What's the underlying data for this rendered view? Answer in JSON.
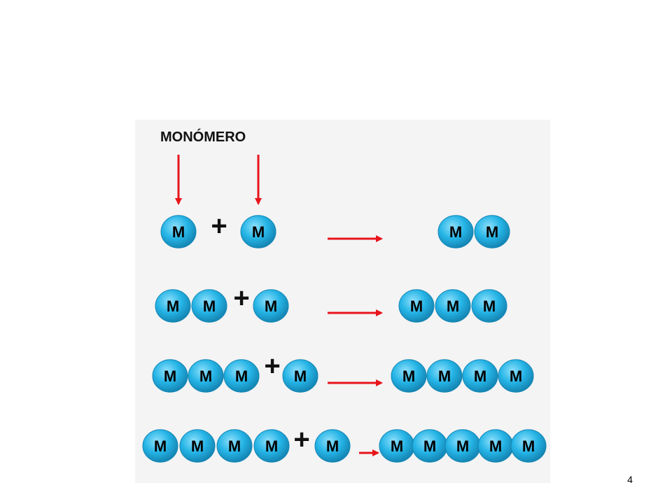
{
  "figure": {
    "label": "MONÓMERO",
    "monomer_symbol": "M",
    "plus_sign": "+",
    "rows": [
      {
        "left_chain": 1,
        "added": 1,
        "product": 2
      },
      {
        "left_chain": 2,
        "added": 1,
        "product": 3
      },
      {
        "left_chain": 3,
        "added": 1,
        "product": 4
      },
      {
        "left_chain": 4,
        "added": 1,
        "product": 5
      }
    ],
    "colors": {
      "monomer_fill": "#1fb1e3",
      "monomer_edge": "#1486b4",
      "monomer_letter": "#000000",
      "arrow": "#e8141b",
      "background": "#f4f4f4"
    }
  },
  "page": {
    "number": "4"
  }
}
